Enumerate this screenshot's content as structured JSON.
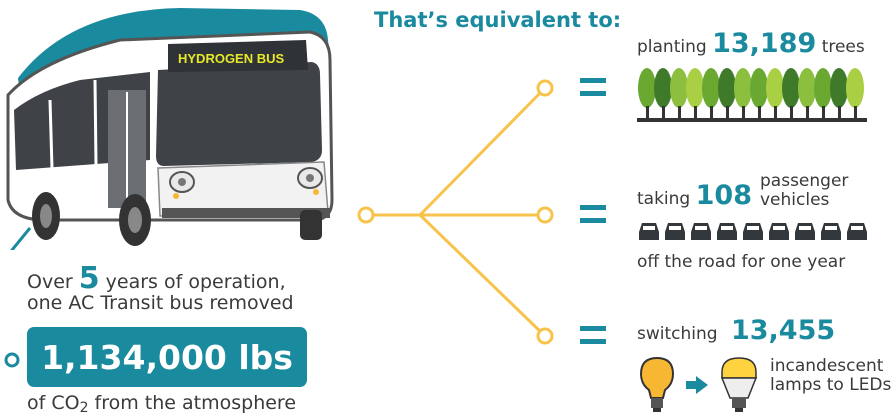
{
  "headline": "That’s equivalent to:",
  "bus": {
    "sign": "HYDROGEN BUS"
  },
  "summary": {
    "line1_prefix": "Over",
    "years": "5",
    "line1_suffix": "years of operation,",
    "line2": "one AC Transit bus removed",
    "amount": "1,134,000 lbs",
    "line3_prefix": "of CO",
    "line3_sub": "2",
    "line3_suffix": " from the atmosphere"
  },
  "equivalents": {
    "trees": {
      "prefix": "planting",
      "number": "13,189",
      "suffix": "trees"
    },
    "cars": {
      "prefix": "taking",
      "number": "108",
      "suffix_line1": "passenger",
      "suffix_line2": "vehicles",
      "after": "off the road for one year"
    },
    "lamps": {
      "prefix": "switching",
      "number": "13,455",
      "suffix_line1": "incandescent",
      "suffix_line2": "lamps to LEDs"
    }
  },
  "colors": {
    "teal": "#1a8a9e",
    "yellow_line": "#f7c34a",
    "tree_greens": [
      "#6aa832",
      "#8cbf3f",
      "#3f7a2a",
      "#a9cf45"
    ],
    "bulb_incandescent": "#f7b733",
    "bulb_led": "#ffd23f"
  },
  "icons": [
    "bus-icon",
    "tree-icon",
    "car-icon",
    "incandescent-bulb-icon",
    "arrow-right-icon",
    "led-bulb-icon",
    "equals-icon"
  ]
}
